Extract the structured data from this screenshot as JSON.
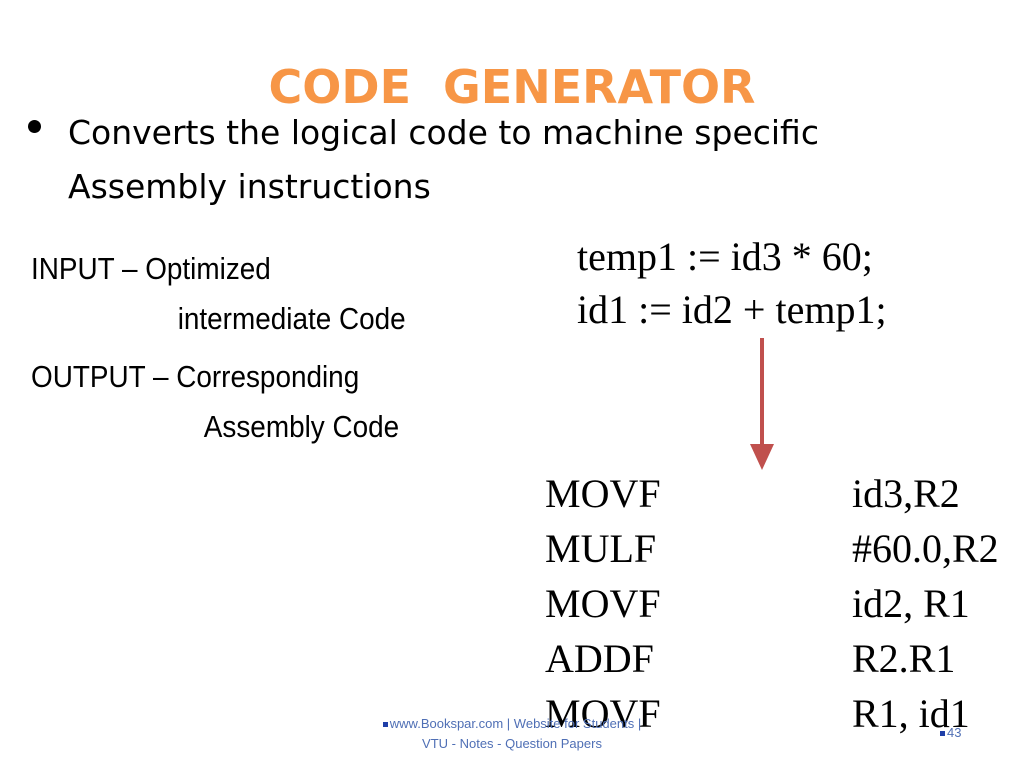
{
  "slide": {
    "title": "CODE  GENERATOR",
    "bullet_lines": [
      "Converts the logical code to machine specific",
      "Assembly instructions"
    ],
    "input": {
      "line1": "INPUT – Optimized",
      "line2": "intermediate Code"
    },
    "output": {
      "line1": "OUTPUT – Corresponding",
      "line2": "Assembly Code"
    },
    "intermediate_code": [
      "temp1 := id3 * 60;",
      "id1 := id2 + temp1;"
    ],
    "assembly": [
      {
        "op": "MOVF",
        "arg": "id3,R2"
      },
      {
        "op": "MULF",
        "arg": "#60.0,R2"
      },
      {
        "op": "MOVF",
        "arg": "id2, R1"
      },
      {
        "op": "ADDF",
        "arg": "R2.R1"
      },
      {
        "op": "MOVF",
        "arg": "R1, id1"
      }
    ],
    "footer": {
      "line1": "www.Bookspar.com | Website for Students |",
      "line2": "VTU - Notes - Question Papers",
      "page_number": "43"
    }
  },
  "colors": {
    "title": "#f79646",
    "arrow": "#c0504d",
    "footer_text": "#4f6fb5",
    "text": "#000000"
  }
}
